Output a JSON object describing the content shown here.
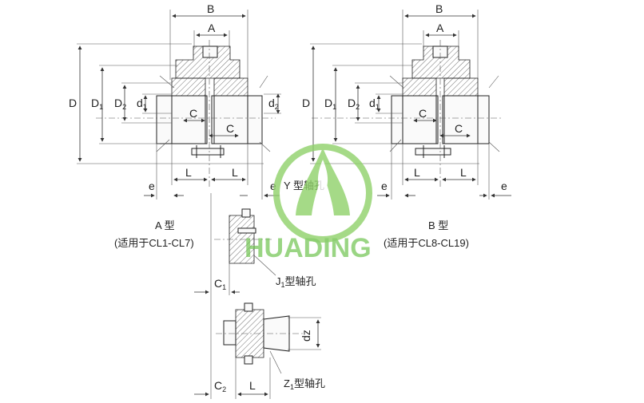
{
  "diagram": {
    "dims_left": {
      "B": "B",
      "A": "A",
      "D": "D",
      "D1": "D",
      "D1_sub": "1",
      "D2": "D",
      "D2_sub": "2",
      "d1": "d",
      "d1_sub": "1",
      "d2": "d",
      "d2_sub": "2",
      "C_top": "C",
      "C_mid": "C",
      "L_left": "L",
      "L_right": "L",
      "e_left": "e",
      "e_right": "e"
    },
    "dims_right": {
      "B": "B",
      "A": "A",
      "D": "D",
      "D1": "D",
      "D1_sub": "1",
      "D2": "D",
      "D2_sub": "2",
      "d1": "d",
      "d1_sub": "1",
      "C_top": "C",
      "C_mid": "C",
      "L_left": "L",
      "L_right": "L",
      "e_left": "e",
      "e_right": "e"
    },
    "caption_a_title": "A 型",
    "caption_a_sub": "(适用于CL1-CL7)",
    "caption_b_title": "B 型",
    "caption_b_sub": "(适用于CL8-CL19)",
    "y_hole_label": "Y 型轴孔",
    "j1_label_pre": "J",
    "j1_label_sub": "1",
    "j1_label_post": "型轴孔",
    "z1_label_pre": "Z",
    "z1_label_sub": "1",
    "z1_label_post": "型轴孔",
    "c1": "C",
    "c1_sub": "1",
    "c2": "C",
    "c2_sub": "2",
    "l_bottom": "L",
    "dz": "dz"
  },
  "watermark": {
    "brand": "HUADING",
    "color": "#6cc24a"
  }
}
